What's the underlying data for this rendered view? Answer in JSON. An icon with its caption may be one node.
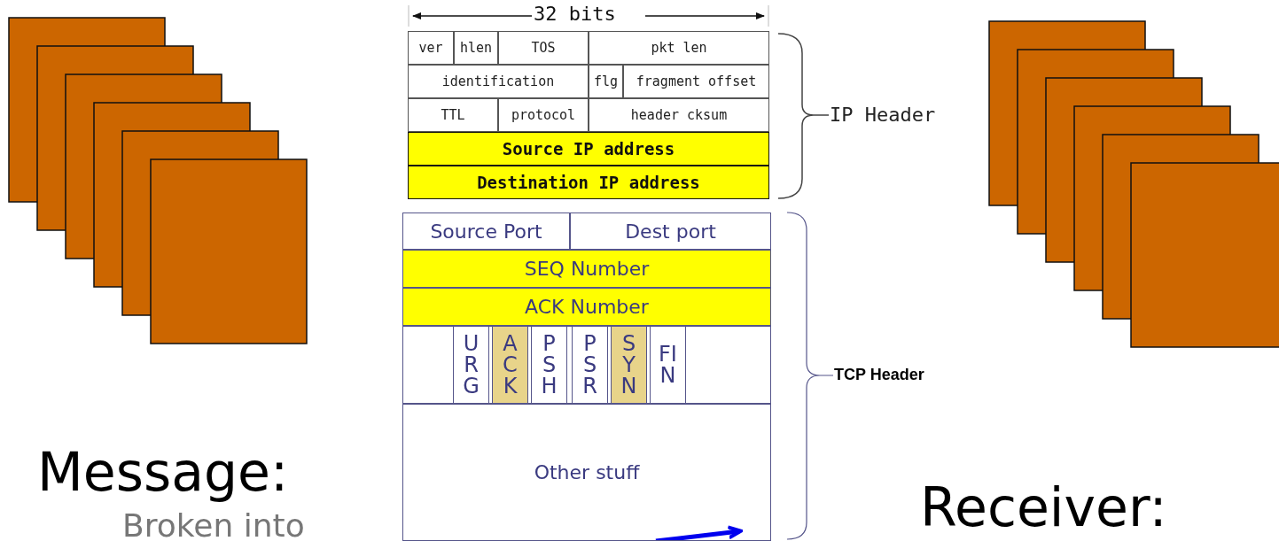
{
  "diagram": {
    "labels": [
      "32 bits",
      "ver",
      "hlen",
      "TOS",
      "pkt len",
      "identification",
      "flg",
      "fragment offset",
      "TTL",
      "protocol",
      "header cksum",
      "Source IP address",
      "Destination IP address",
      "IP Header",
      "Source Port",
      "Dest port",
      "SEQ Number",
      "ACK Number",
      "URG",
      "ACK",
      "PSH",
      "PSR",
      "SYN",
      "FIN",
      "TCP Header",
      "Other stuff",
      "Message:",
      "Receiver:",
      "Broken into"
    ]
  }
}
